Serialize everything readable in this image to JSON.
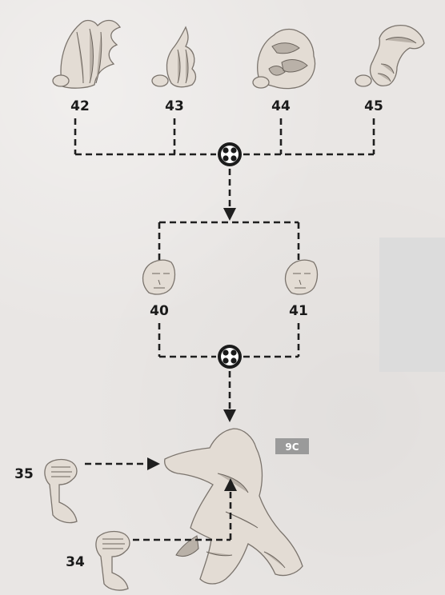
{
  "parts": {
    "p42": "42",
    "p43": "43",
    "p44": "44",
    "p45": "45",
    "p40": "40",
    "p41": "41",
    "p35": "35",
    "p34": "34"
  },
  "step_tag": "9C",
  "icons": {
    "choose": "choose-one-icon"
  }
}
